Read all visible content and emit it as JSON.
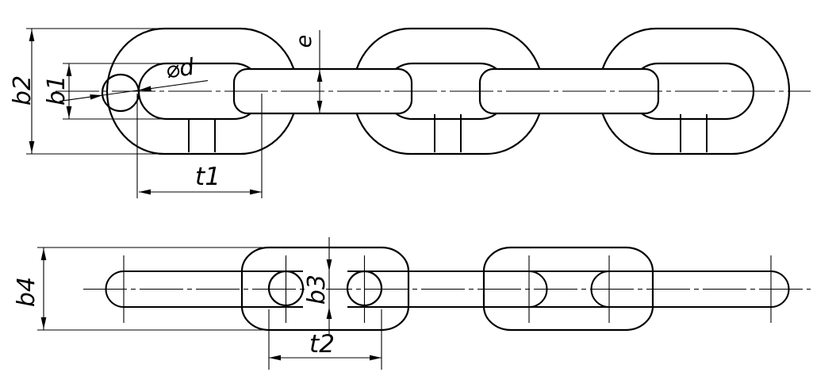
{
  "drawing": {
    "type": "technical-drawing",
    "subject": "link chain, two orthographic views",
    "colors": {
      "line": "#000000",
      "background": "#ffffff"
    }
  },
  "labels": {
    "b2": "b2",
    "b1": "b1",
    "d": "⌀d",
    "e": "e",
    "t1": "t1",
    "b4": "b4",
    "b3": "b3",
    "t2": "t2"
  }
}
